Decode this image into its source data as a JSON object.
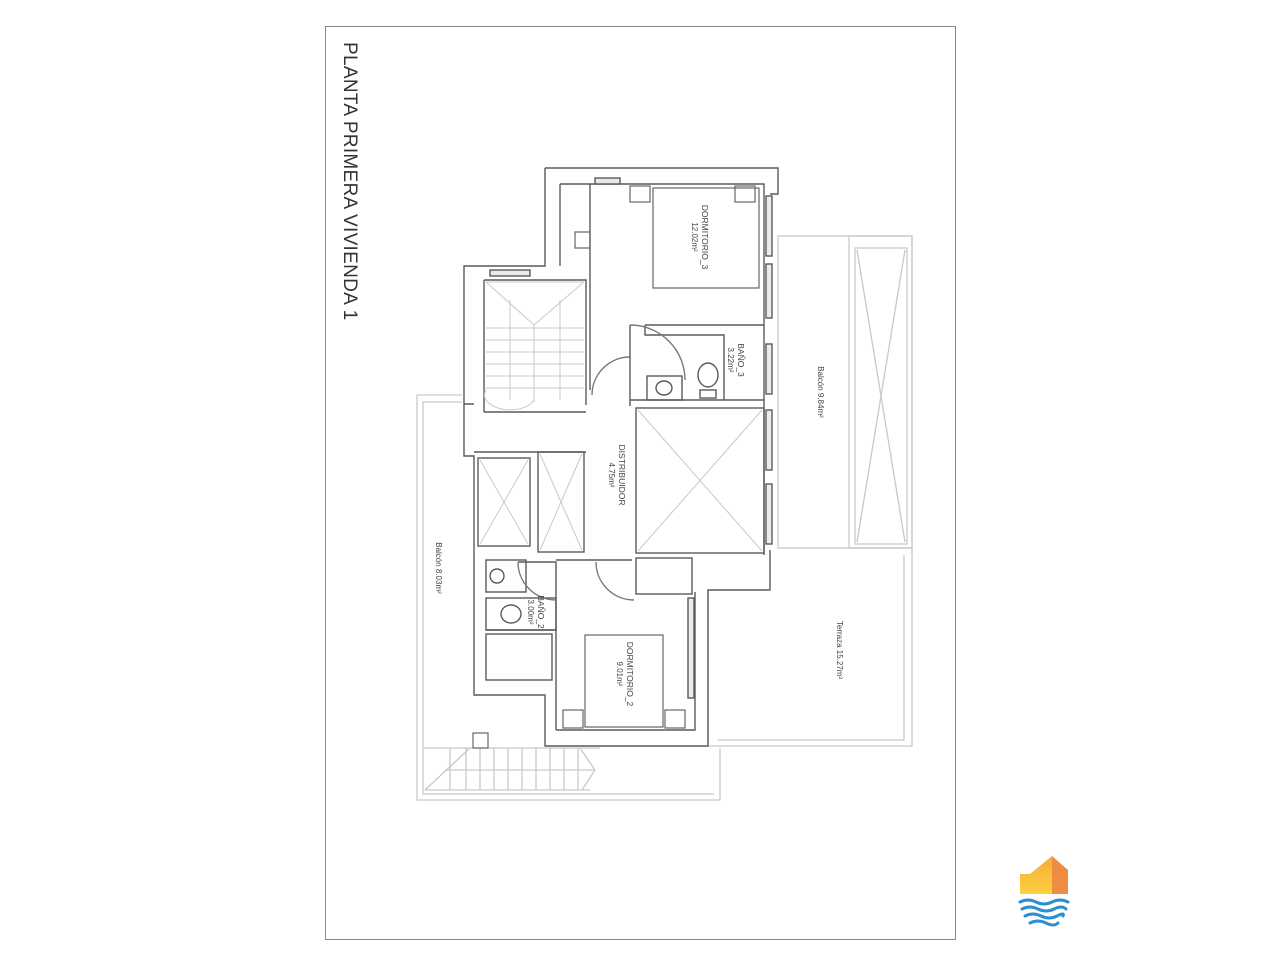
{
  "plan": {
    "title": "PLANTA PRIMERA VIVIENDA 1",
    "rooms": [
      {
        "id": "dormitorio-3",
        "name": "DORMITORIO_3",
        "area": "12.02m²"
      },
      {
        "id": "bano-3",
        "name": "BAÑO_3",
        "area": "3.22m²"
      },
      {
        "id": "distribuidor",
        "name": "DISTRIBUIDOR",
        "area": "4.75m²"
      },
      {
        "id": "bano-2",
        "name": "BAÑO_2",
        "area": "3.00m²"
      },
      {
        "id": "dormitorio-2",
        "name": "DORMITORIO_2",
        "area": "9.01m²"
      },
      {
        "id": "balcon-right",
        "name": "Balcón 9.84m²",
        "area": ""
      },
      {
        "id": "balcon-left",
        "name": "Balcón 8.03m²",
        "area": ""
      },
      {
        "id": "terraza",
        "name": "Terraza 15.27m²",
        "area": ""
      }
    ]
  },
  "logo": {
    "icon": "house-waves-logo-icon",
    "colors": {
      "roof_light": "#f9c33d",
      "roof_dark": "#f08a3c",
      "water": "#2f8fd0"
    }
  },
  "colors": {
    "wall": "#555555",
    "light_line": "#c8c8c8",
    "frame": "#8a8a8a"
  }
}
